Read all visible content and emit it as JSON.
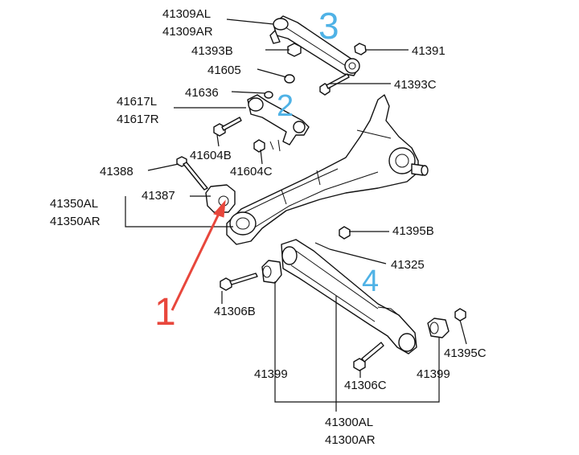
{
  "parts": {
    "p41309AL": "41309AL",
    "p41309AR": "41309AR",
    "p41393B": "41393B",
    "p41391": "41391",
    "p41605": "41605",
    "p41393C": "41393C",
    "p41636": "41636",
    "p41617L": "41617L",
    "p41617R": "41617R",
    "p41604B": "41604B",
    "p41604C": "41604C",
    "p41388": "41388",
    "p41387": "41387",
    "p41350AL": "41350AL",
    "p41350AR": "41350AR",
    "p41395B": "41395B",
    "p41325": "41325",
    "p41306B": "41306B",
    "p41399_left": "41399",
    "p41306C": "41306C",
    "p41399_right": "41399",
    "p41395C": "41395C",
    "p41300AL": "41300AL",
    "p41300AR": "41300AR"
  },
  "callouts": {
    "n1": "1",
    "n2": "2",
    "n3": "3",
    "n4": "4"
  },
  "colors": {
    "callout_blue": "#4fb2e6",
    "callout_red": "#e8473c"
  }
}
